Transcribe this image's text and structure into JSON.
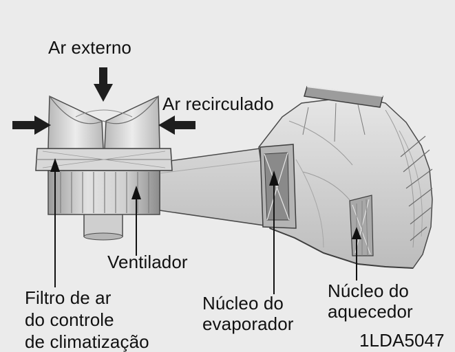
{
  "labels": {
    "outside_air": "Ar externo",
    "recirculated_air": "Ar recirculado",
    "blower": "Ventilador",
    "filter_line1": "Filtro de ar",
    "filter_line2": "do controle",
    "filter_line3": "de climatização",
    "evaporator_line1": "Núcleo do",
    "evaporator_line2": "evaporador",
    "heater_line1": "Núcleo do",
    "heater_line2": "aquecedor"
  },
  "figure_code": "1LDA5047",
  "colors": {
    "background": "#ebebeb",
    "housing": "#cfcfcf",
    "housing_light": "#e4e4e4",
    "housing_dark": "#9a9a9a",
    "outline": "#4a4a4a",
    "arrow": "#1e1e1e",
    "text": "#111111"
  }
}
